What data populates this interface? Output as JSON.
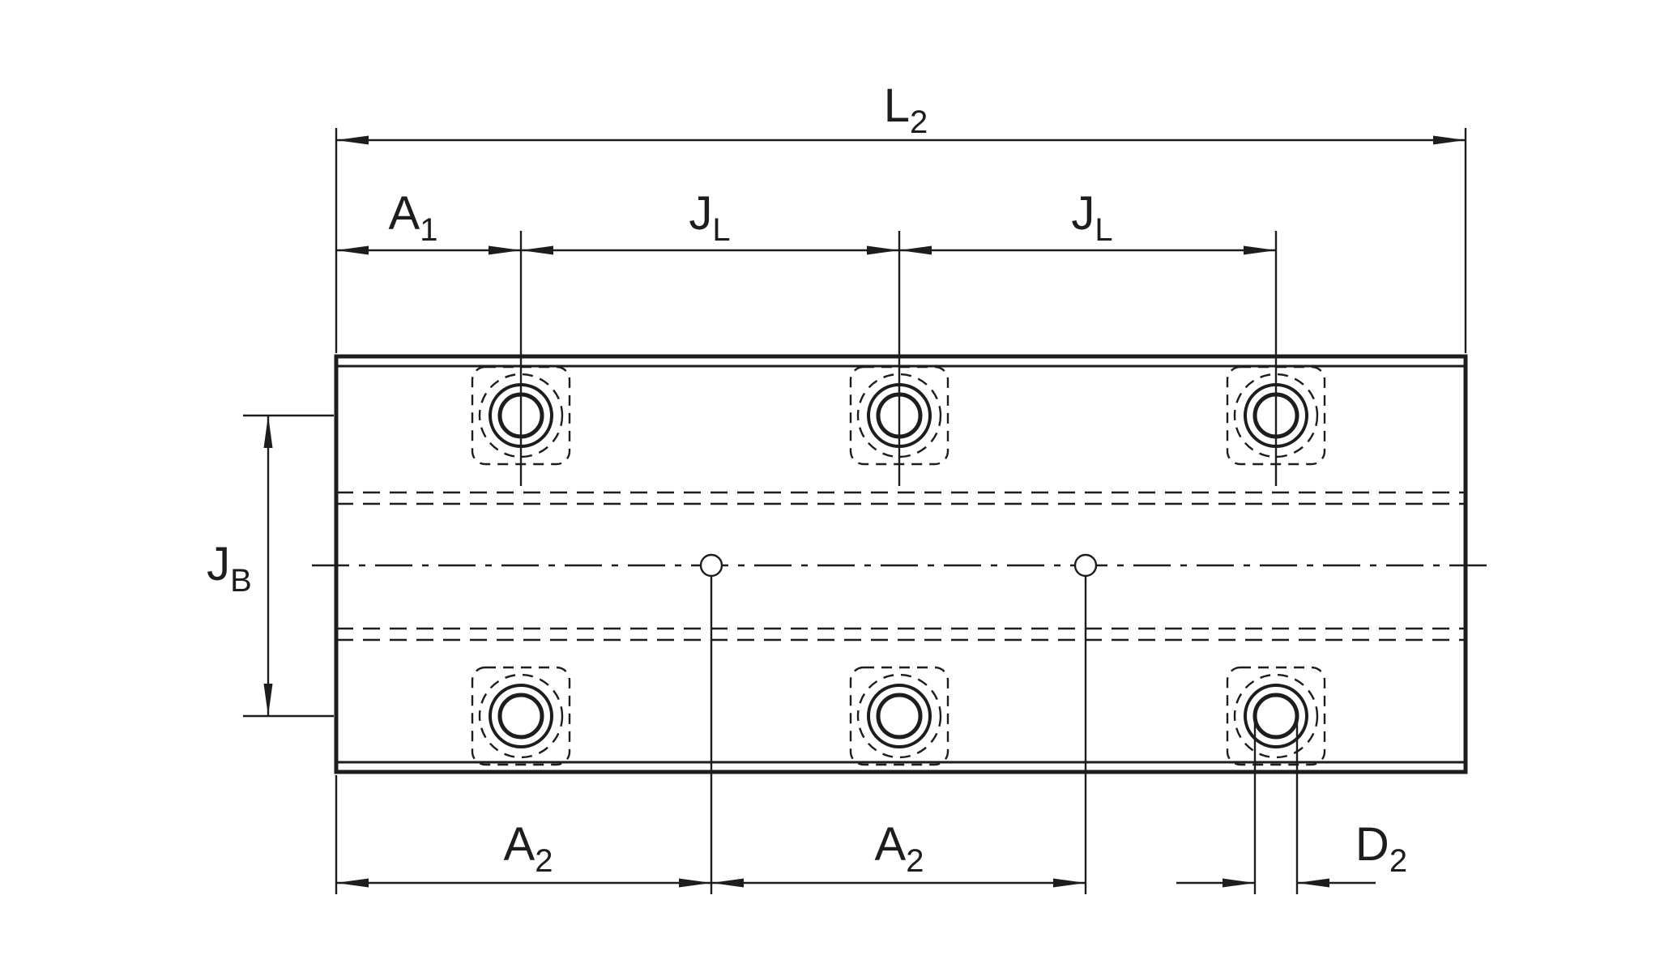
{
  "drawing": {
    "background_color": "#ffffff",
    "line_color": "#1d1d1b",
    "description": "Technical dimension drawing of a mounting rail plate with two rows of three counterbored holes and two center pin holes",
    "labels": {
      "L2": {
        "main": "L",
        "sub": "2"
      },
      "A1": {
        "main": "A",
        "sub": "1"
      },
      "JL_left": {
        "main": "J",
        "sub": "L"
      },
      "JL_right": {
        "main": "J",
        "sub": "L"
      },
      "JB": {
        "main": "J",
        "sub": "B"
      },
      "A2_left": {
        "main": "A",
        "sub": "2"
      },
      "A2_right": {
        "main": "A",
        "sub": "2"
      },
      "D2": {
        "main": "D",
        "sub": "2"
      }
    }
  }
}
